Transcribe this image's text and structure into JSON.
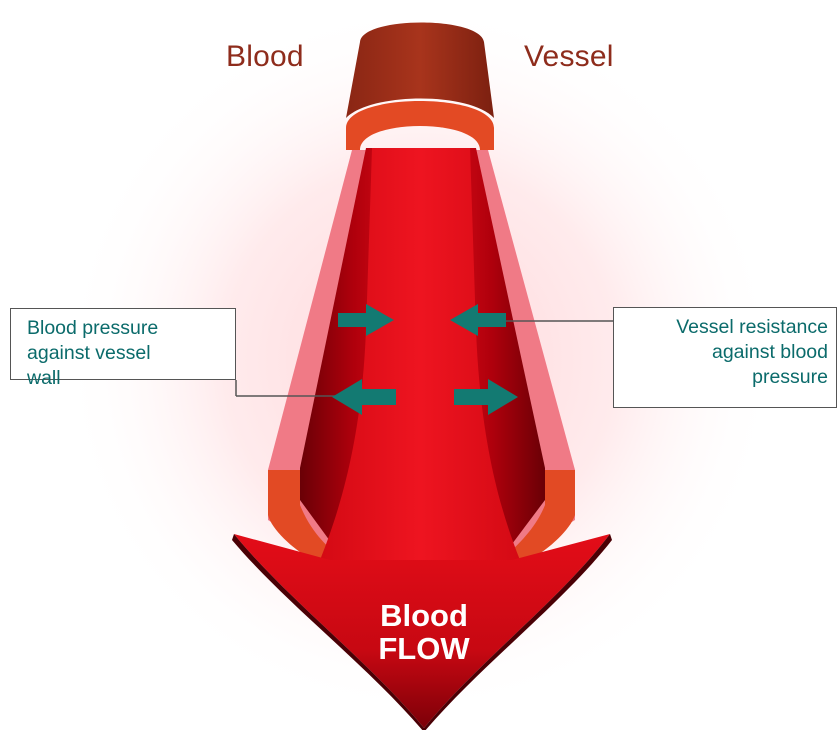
{
  "header": {
    "left_word": "Blood",
    "right_word": "Vessel"
  },
  "callouts": {
    "left": {
      "lines": [
        "Blood pressure",
        "against vessel",
        "wall"
      ]
    },
    "right": {
      "lines": [
        "Vessel resistance",
        "against blood",
        "pressure"
      ]
    }
  },
  "flow_arrow": {
    "line1": "Blood",
    "line2": "FLOW"
  },
  "colors": {
    "vessel_cap": "#9a2d18",
    "vessel_rim": "#e34a24",
    "vessel_wall": "#f07a86",
    "blood_light": "#e60d1a",
    "blood_dark": "#7a0008",
    "pressure_arrows": "#137a72",
    "label_text": "#0b6b6b",
    "header_text": "#8e2c1c"
  },
  "icons": {
    "pressure_arrows": [
      "arrow-right-icon",
      "arrow-left-icon",
      "arrow-left-icon",
      "arrow-right-icon"
    ]
  }
}
